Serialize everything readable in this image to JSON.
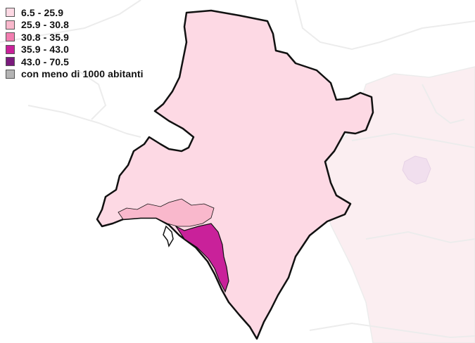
{
  "legend": {
    "items": [
      {
        "label": "6.5 - 25.9",
        "color": "#fdd9e4"
      },
      {
        "label": "25.9 - 30.8",
        "color": "#f9b8cc"
      },
      {
        "label": "30.8 - 35.9",
        "color": "#f27eb0"
      },
      {
        "label": "35.9 - 43.0",
        "color": "#c9219a"
      },
      {
        "label": "43.0 - 70.5",
        "color": "#7a1a7c"
      },
      {
        "label": "con meno di 1000 abitanti",
        "color": "#b4b4b4"
      }
    ]
  },
  "colors": {
    "background": "#ffffff",
    "neighbor_fill": "#fbeef1",
    "neighbor_lines": "#ececec",
    "main_fill": "#fdd9e4",
    "coastal_fill": "#f9b8cc",
    "hot_fill": "#c9219a",
    "outline": "#111111"
  }
}
